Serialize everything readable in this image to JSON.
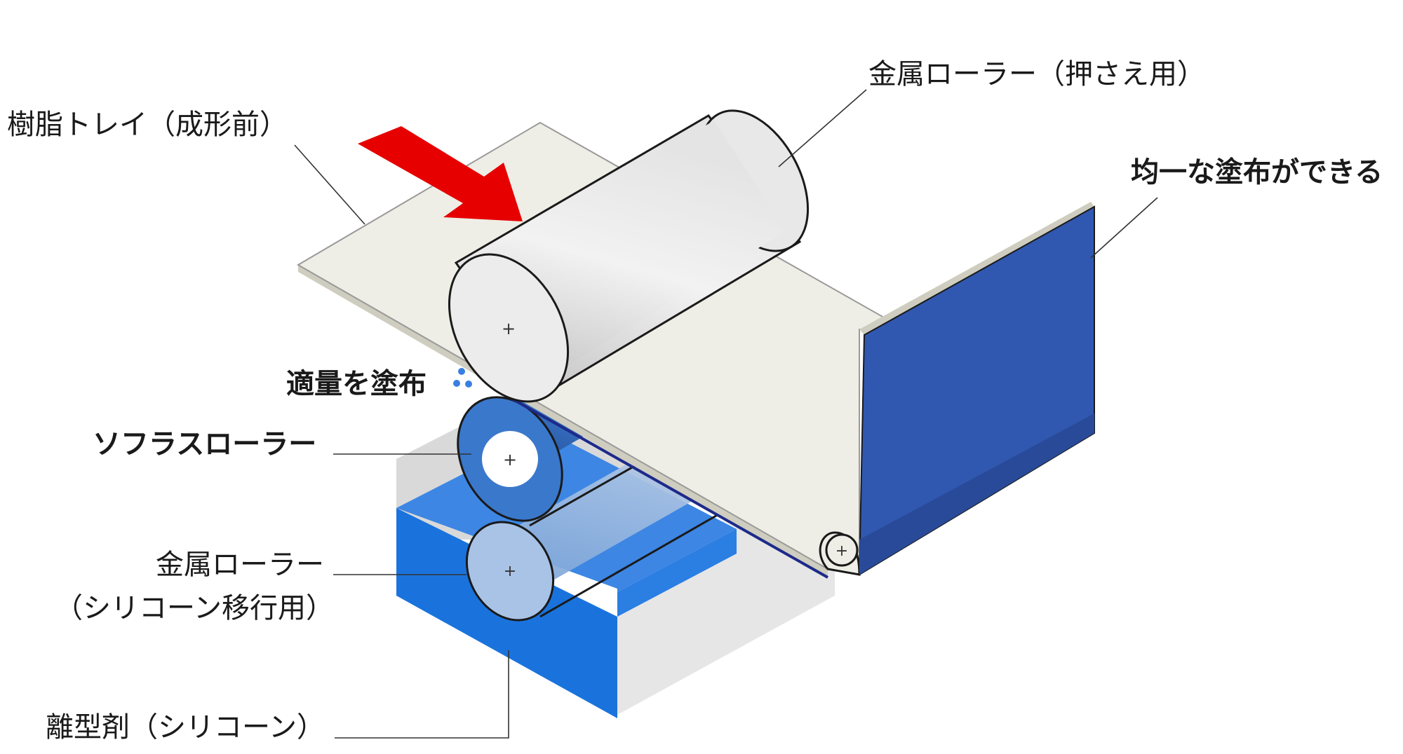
{
  "labels": {
    "resin_tray": "樹脂トレイ（成形前）",
    "press_roller": "金属ローラー（押さえ用）",
    "uniform_coating": "均一な塗布ができる",
    "proper_amount": "適量を塗布",
    "sofras_roller": "ソフラスローラー",
    "metal_roller_line1": "金属ローラー",
    "metal_roller_line2": "（シリコーン移行用）",
    "release_agent": "離型剤（シリコーン）"
  },
  "colors": {
    "arrow": "#e60000",
    "sofras_roller": "#3a78cc",
    "release_agent_bath": "#1a73dd",
    "coated_sheet": "#3158b0",
    "tray_sheet": "#efeee6",
    "silicone_drops": "#3a7fe0"
  },
  "icons": {
    "direction_arrow": "red-arrow-icon",
    "drops": "silicone-drops-icon"
  }
}
